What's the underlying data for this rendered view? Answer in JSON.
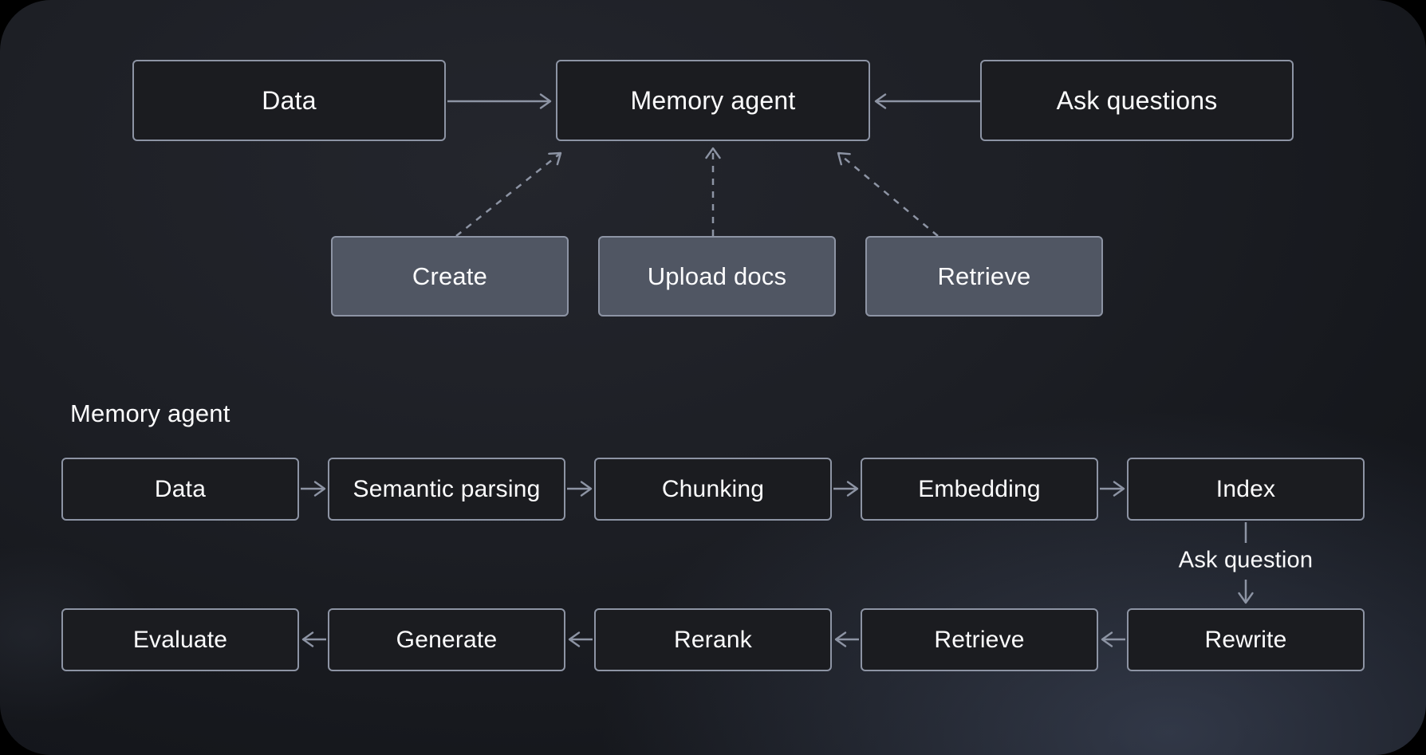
{
  "palette": {
    "canvas_background": "#1D1F25",
    "node_border": "#8D94A4",
    "node_dark_fill": "#1B1C20",
    "node_gray_fill": "#505663",
    "edge_color": "#8D94A4",
    "text_color": "#FCFCFD"
  },
  "overview": {
    "data": "Data",
    "memory_agent": "Memory agent",
    "ask_questions": "Ask questions",
    "create": "Create",
    "upload_docs": "Upload docs",
    "retrieve": "Retrieve"
  },
  "pipeline": {
    "title": "Memory agent",
    "ask_label": "Ask question",
    "ingest_row": [
      "Data",
      "Semantic parsing",
      "Chunking",
      "Embedding",
      "Index"
    ],
    "respond_row": [
      "Evaluate",
      "Generate",
      "Rerank",
      "Retrieve",
      "Rewrite"
    ]
  }
}
